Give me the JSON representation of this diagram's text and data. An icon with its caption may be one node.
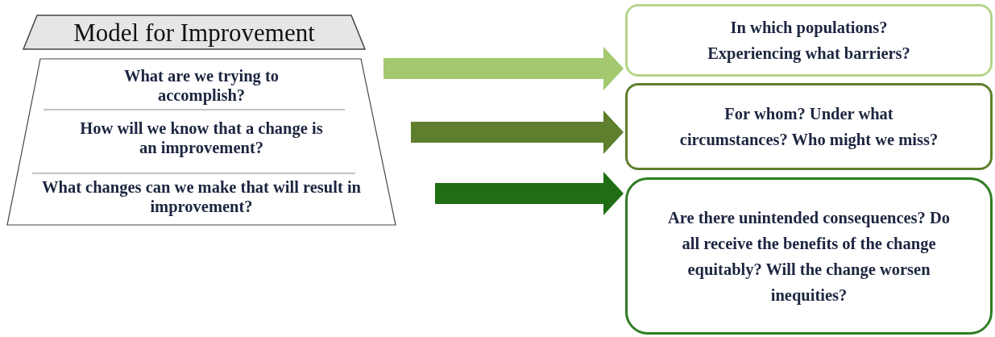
{
  "diagram": {
    "nodes": [
      {
        "text": [
          "Model for Improvement"
        ]
      },
      {
        "text": [
          "What are we trying to accomplish?",
          "How will we know that a change is an improvement?",
          "What changes can we make that will result in improvement?"
        ]
      },
      {
        "text": [
          "In which populations? Experiencing what barriers?"
        ]
      },
      {
        "text": [
          "For whom? Under what circumstances? Who might we miss?"
        ]
      },
      {
        "text": [
          "Are there unintended consequences? Do all receive the benefits of the change equitably? Will the change worsen inequities?"
        ]
      }
    ],
    "edges": [
      {
        "from": null,
        "to": 2,
        "arrow": "to",
        "color": "#a3c86e"
      },
      {
        "from": null,
        "to": 3,
        "arrow": "to",
        "color": "#5e7f2e"
      },
      {
        "from": null,
        "to": 4,
        "arrow": "to",
        "color": "#1f6e14"
      }
    ]
  }
}
